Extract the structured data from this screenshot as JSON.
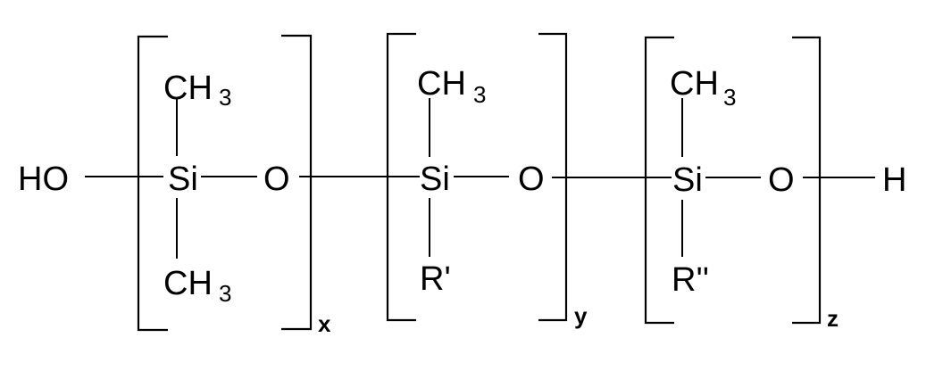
{
  "figure": {
    "type": "chemical-structure",
    "description": "Polysiloxane copolymer with hydroxyl end groups",
    "left_terminal": "HO",
    "right_terminal": "H",
    "units": [
      {
        "center_atom": "Si",
        "linker_atom": "O",
        "top_substituent": {
          "main": "CH",
          "sub": "3"
        },
        "bottom_substituent": {
          "main": "CH",
          "sub": "3"
        },
        "repeat_index": "x"
      },
      {
        "center_atom": "Si",
        "linker_atom": "O",
        "top_substituent": {
          "main": "CH",
          "sub": "3"
        },
        "bottom_substituent": {
          "main": "R'",
          "sub": ""
        },
        "repeat_index": "y"
      },
      {
        "center_atom": "Si",
        "linker_atom": "O",
        "top_substituent": {
          "main": "CH",
          "sub": "3"
        },
        "bottom_substituent": {
          "main": "R''",
          "sub": ""
        },
        "repeat_index": "z"
      }
    ]
  }
}
